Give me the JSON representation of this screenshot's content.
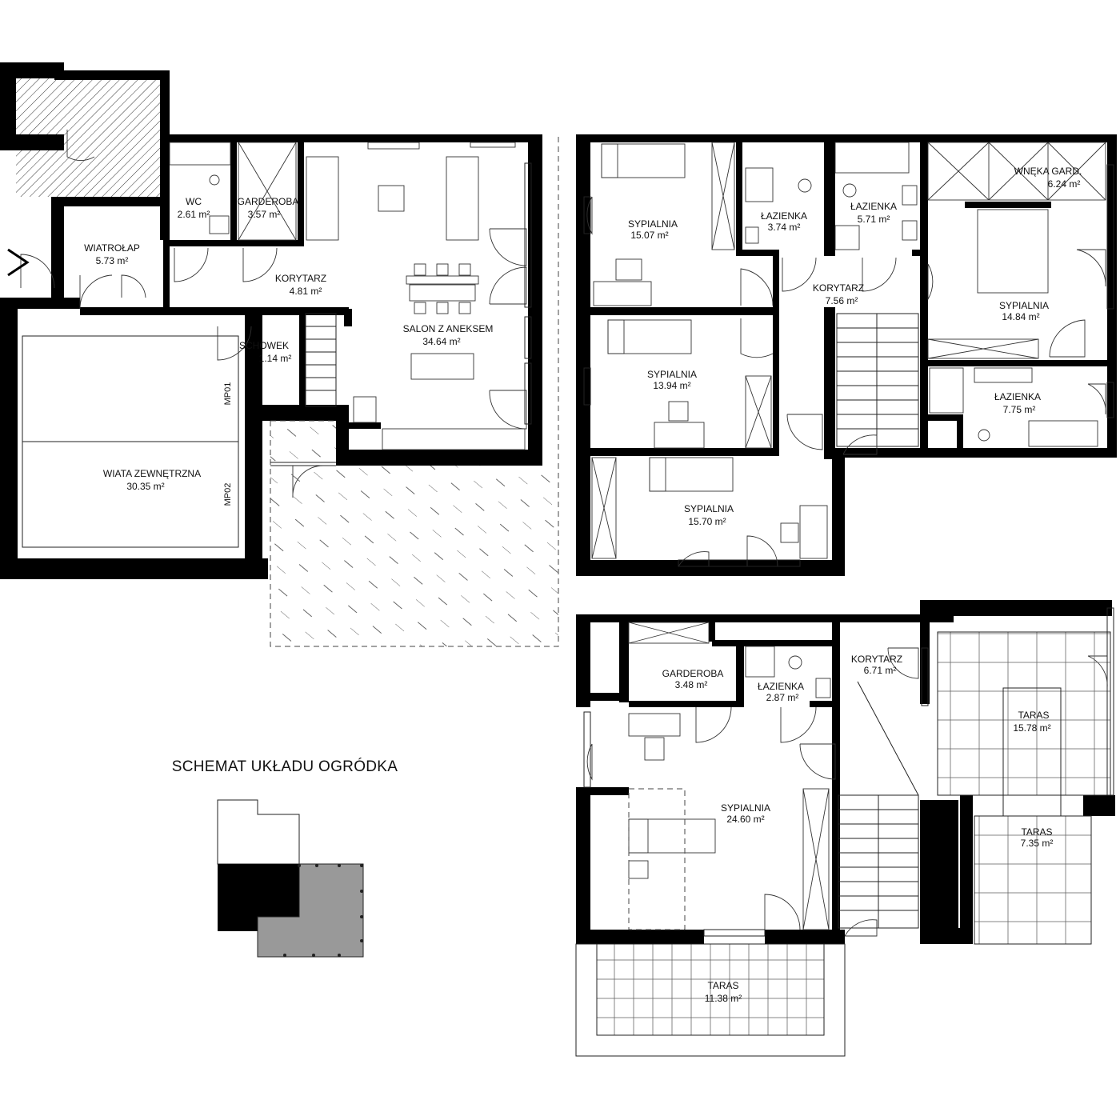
{
  "rooms": {
    "wiatrolap": {
      "name": "WIATROŁAP",
      "area": "5.73 m²"
    },
    "wc": {
      "name": "WC",
      "area": "2.61 m²"
    },
    "garderoba_ground": {
      "name": "GARDEROBA",
      "area": "3.57 m²"
    },
    "korytarz_ground": {
      "name": "KORYTARZ",
      "area": "4.81 m²"
    },
    "salon": {
      "name": "SALON Z ANEKSEM",
      "area": "34.64 m²"
    },
    "schowek": {
      "name": "SCHOWEK",
      "area": "1.14 m²"
    },
    "wiata": {
      "name": "WIATA ZEWNĘTRZNA",
      "area": "30.35 m²"
    },
    "sypialnia_1": {
      "name": "SYPIALNIA",
      "area": "15.07 m²"
    },
    "lazienka_1": {
      "name": "ŁAZIENKA",
      "area": "3.74 m²"
    },
    "lazienka_2": {
      "name": "ŁAZIENKA",
      "area": "5.71 m²"
    },
    "wneka": {
      "name": "WNĘKA GARD.",
      "area": "6.24 m²"
    },
    "korytarz_first": {
      "name": "KORYTARZ",
      "area": "7.56 m²"
    },
    "sypialnia_master": {
      "name": "SYPIALNIA",
      "area": "14.84 m²"
    },
    "sypialnia_2": {
      "name": "SYPIALNIA",
      "area": "13.94 m²"
    },
    "lazienka_3": {
      "name": "ŁAZIENKA",
      "area": "7.75 m²"
    },
    "sypialnia_3": {
      "name": "SYPIALNIA",
      "area": "15.70 m²"
    },
    "garderoba_top": {
      "name": "GARDEROBA",
      "area": "3.48 m²"
    },
    "lazienka_4": {
      "name": "ŁAZIENKA",
      "area": "2.87 m²"
    },
    "korytarz_top": {
      "name": "KORYTARZ",
      "area": "6.71 m²"
    },
    "taras_1": {
      "name": "TARAS",
      "area": "15.78 m²"
    },
    "sypialnia_top": {
      "name": "SYPIALNIA",
      "area": "24.60 m²"
    },
    "taras_2": {
      "name": "TARAS",
      "area": "7.35 m²"
    },
    "taras_3": {
      "name": "TARAS",
      "area": "11.38 m²"
    }
  },
  "parking": {
    "mp01": "MP01",
    "mp02": "MP02"
  },
  "garden_schema": {
    "title": "SCHEMAT UKŁADU OGRÓDKA"
  }
}
